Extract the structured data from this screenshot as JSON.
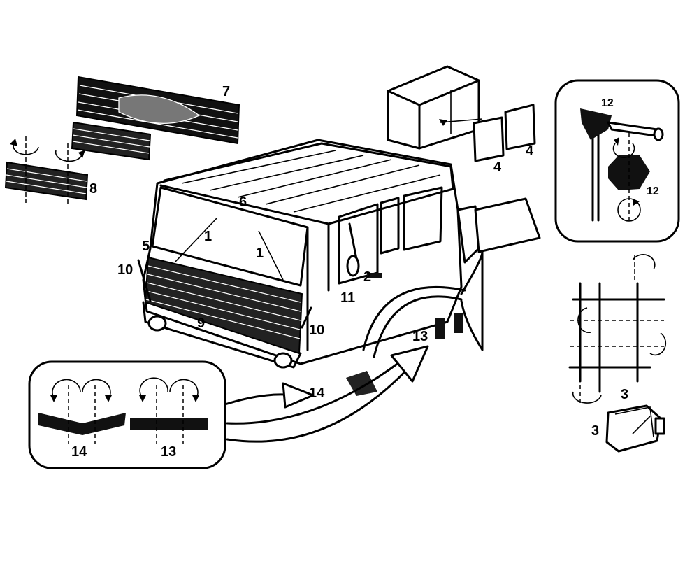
{
  "diagram": {
    "title": "Truck cab exterior parts diagram",
    "labels": {
      "windshield_wiper_left": "1",
      "windshield_wiper_right": "1",
      "door_handle": "2",
      "step_detail": "3",
      "step_part": "3",
      "storage_box_panel_a": "4",
      "storage_box_panel_b": "4",
      "corner_marker": "5",
      "roof_trim": "6",
      "front_grille_panel": "7",
      "side_grilles": "8",
      "radiator_grille": "9",
      "corner_rod_left": "10",
      "corner_rod_right": "10",
      "mirror_bracket": "11",
      "mirror_mount_top": "12",
      "mirror_mount_bottom": "12",
      "fender_flap": "13",
      "lower_step": "14",
      "inset_flap_13": "13",
      "inset_step_14": "14"
    },
    "colors": {
      "line": "#000000",
      "background": "#ffffff"
    }
  }
}
